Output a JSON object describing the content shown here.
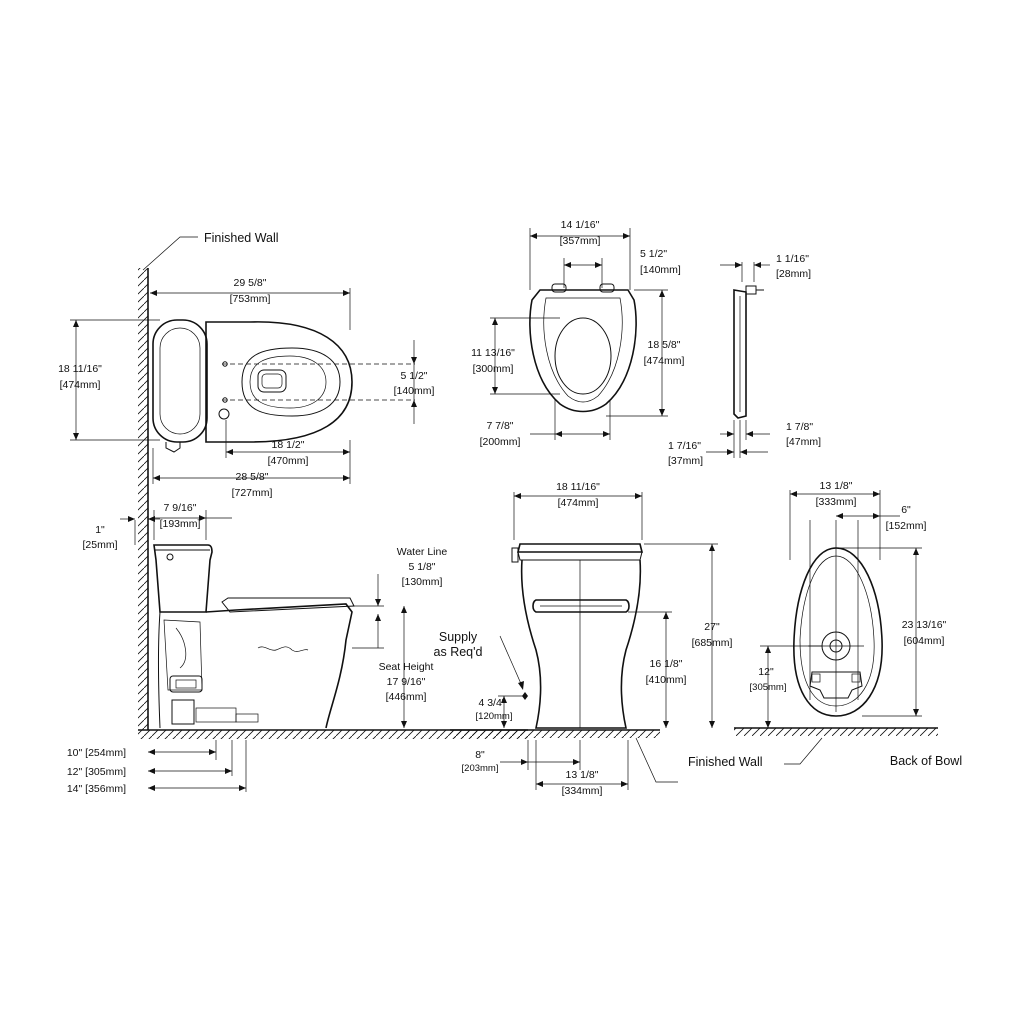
{
  "labels": {
    "finished_wall_top": "Finished Wall",
    "finished_wall_bottom": "Finished Wall",
    "back_of_bowl": "Back of Bowl",
    "water_line": "Water Line",
    "seat_height": "Seat Height",
    "supply_1": "Supply",
    "supply_2": "as Req'd"
  },
  "dims": {
    "top_overall_length": [
      "29 5/8\"",
      "[753mm]"
    ],
    "top_width": [
      "18 11/16\"",
      "[474mm]"
    ],
    "top_centers": [
      "5 1/2\"",
      "[140mm]"
    ],
    "top_bowl_length": [
      "18 1/2\"",
      "[470mm]"
    ],
    "top_base_length": [
      "28 5/8\"",
      "[727mm]"
    ],
    "seat_width": [
      "14 1/16\"",
      "[357mm]"
    ],
    "seat_hinge": [
      "5 1/2\"",
      "[140mm]"
    ],
    "seat_opening": [
      "11 13/16\"",
      "[300mm]"
    ],
    "seat_length": [
      "18 5/8\"",
      "[474mm]"
    ],
    "seat_open_width": [
      "7 7/8\"",
      "[200mm]"
    ],
    "seat_thick": [
      "1 1/16\"",
      "[28mm]"
    ],
    "seat_side_a": [
      "1 7/16\"",
      "[37mm]"
    ],
    "seat_side_b": [
      "1 7/8\"",
      "[47mm]"
    ],
    "side_offset": [
      "1\"",
      "[25mm]"
    ],
    "side_tank": [
      "7 9/16\"",
      "[193mm]"
    ],
    "water_line": [
      "5 1/8\"",
      "[130mm]"
    ],
    "seat_height": [
      "17 9/16\"",
      "[446mm]"
    ],
    "rough_10": "10\" [254mm]",
    "rough_12": "12\" [305mm]",
    "rough_14": "14\" [356mm]",
    "front_width": [
      "18 11/16\"",
      "[474mm]"
    ],
    "front_height": [
      "27\"",
      "[685mm]"
    ],
    "front_bowl_height": [
      "16 1/8\"",
      "[410mm]"
    ],
    "supply_height": [
      "4 3/4\"",
      "[120mm]"
    ],
    "supply_offset": [
      "8\"",
      "[203mm]"
    ],
    "front_base": [
      "13 1/8\"",
      "[334mm]"
    ],
    "back_width": [
      "13 1/8\"",
      "[333mm]"
    ],
    "back_half": [
      "6\"",
      "[152mm]"
    ],
    "back_height": [
      "23 13/16\"",
      "[604mm]"
    ],
    "back_outlet": [
      "12\"",
      "[305mm]"
    ]
  }
}
